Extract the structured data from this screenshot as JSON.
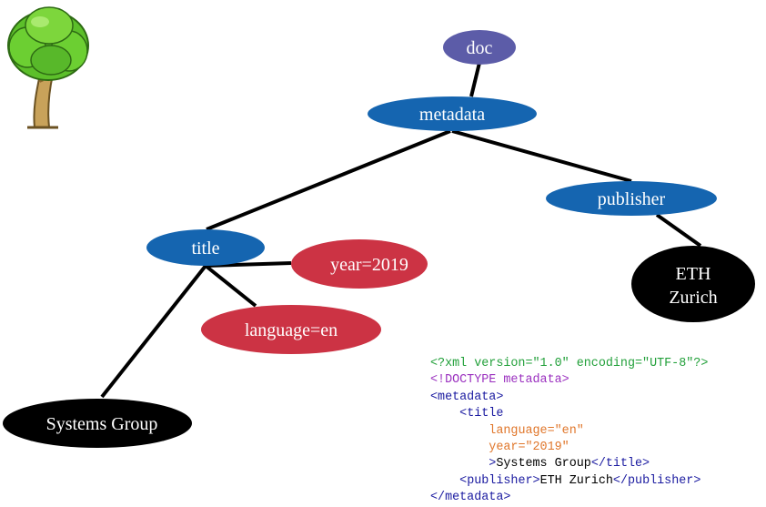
{
  "colors": {
    "element_node": "#1565b0",
    "root_node": "#5c5ca8",
    "attribute_node": "#cc3344",
    "text_node": "#000000",
    "edge": "#000000",
    "xml_declaration": "#22a03a",
    "xml_doctype": "#9a2fbf",
    "xml_tag": "#1a1aa0",
    "xml_attribute": "#e0762a"
  },
  "icon": "tree-icon",
  "nodes": {
    "doc": "doc",
    "metadata": "metadata",
    "title": "title",
    "publisher": "publisher",
    "year": "year=2019",
    "language": "language=en",
    "systems_group": "Systems Group",
    "eth_line1": "ETH",
    "eth_line2": "Zurich"
  },
  "xml": {
    "declaration": "<?xml version=\"1.0\" encoding=\"UTF-8\"?>",
    "doctype": "<!DOCTYPE metadata>",
    "metadata_open": "<metadata>",
    "title_open": "<title",
    "attr_language": "language=\"en\"",
    "attr_year": "year=\"2019\"",
    "title_gt": ">",
    "title_text": "Systems Group",
    "title_close": "</title>",
    "publisher_open": "<publisher>",
    "publisher_text": "ETH Zurich",
    "publisher_close": "</publisher>",
    "metadata_close": "</metadata>"
  }
}
